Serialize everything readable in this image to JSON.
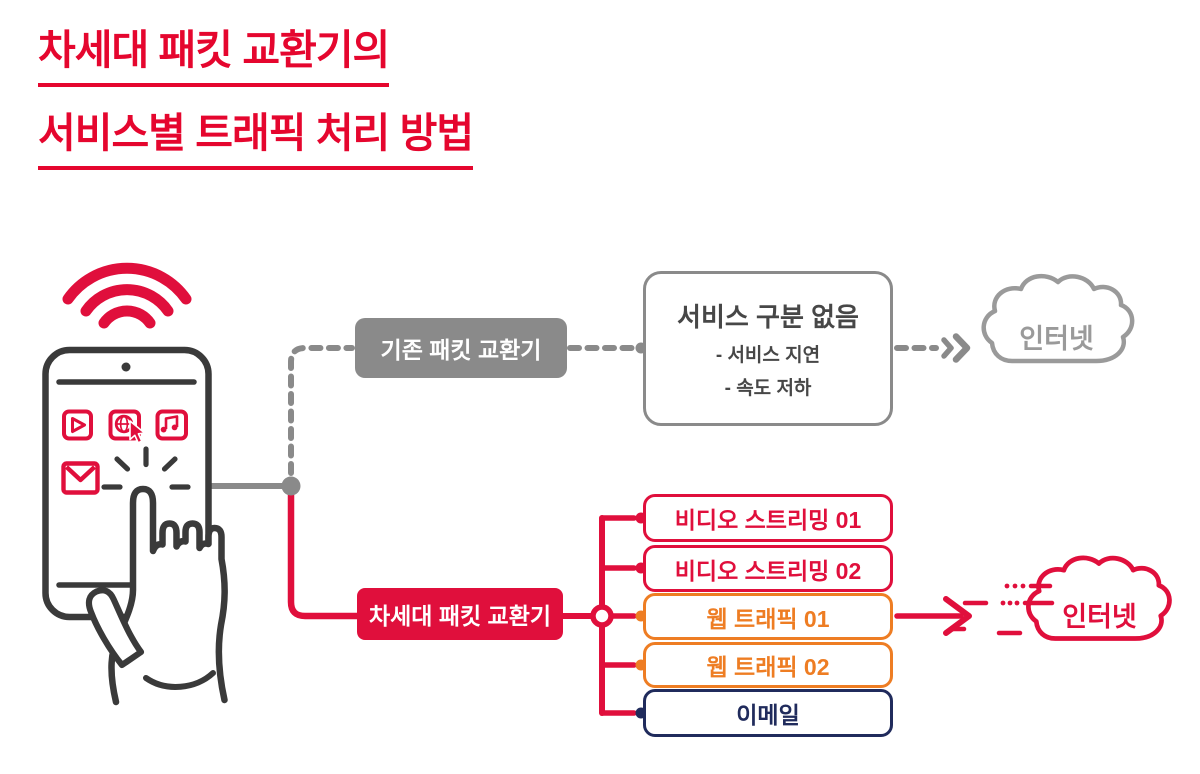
{
  "title": {
    "line1": "차세대 패킷 교환기의",
    "line2": "서비스별 트래픽 처리 방법"
  },
  "device": {
    "signal_icon": "wifi-signal",
    "app_icons": [
      "video-play",
      "web-globe-cursor",
      "music-note",
      "mail-envelope"
    ],
    "gesture": "finger-tap"
  },
  "legacy_path": {
    "switch_label": "기존 패킷 교환기",
    "result": {
      "heading": "서비스 구분 없음",
      "items": [
        "- 서비스 지연",
        "- 속도 저하"
      ]
    },
    "cloud_label": "인터넷"
  },
  "nextgen_path": {
    "switch_label": "차세대 패킷 교환기",
    "services": [
      {
        "label": "비디오 스트리밍 01",
        "color": "#E00F3C"
      },
      {
        "label": "비디오 스트리밍 02",
        "color": "#E00F3C"
      },
      {
        "label": "웹 트래픽 01",
        "color": "#EE7D23"
      },
      {
        "label": "웹 트래픽 02",
        "color": "#EE7D23"
      },
      {
        "label": "이메일",
        "color": "#202B5C"
      }
    ],
    "cloud_label": "인터넷"
  },
  "colors": {
    "red": "#E00F3C",
    "title_red": "#E5062E",
    "orange": "#EE7D23",
    "navy": "#202B5C",
    "gray": "#8A8A8A",
    "cloud_gray": "#9A9A9A",
    "line_dark": "#3A3A3A",
    "text_dark": "#474747"
  }
}
